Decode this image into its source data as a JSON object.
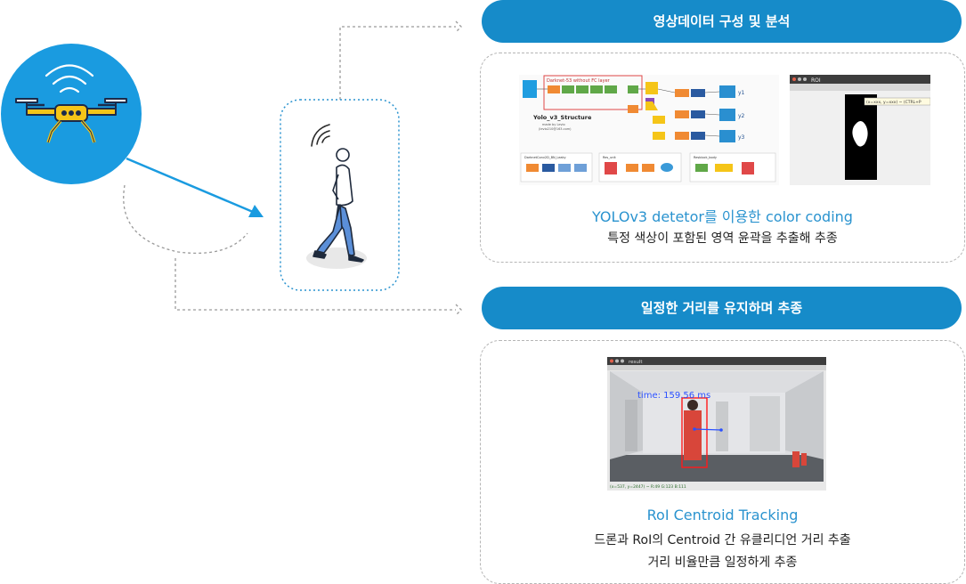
{
  "section1": {
    "title": "영상데이터 구성 및 분석",
    "caption": "YOLOv3 detetor를 이용한 color coding",
    "description": "특정 색상이 포함된 영역 윤곽을 추출해 추종",
    "yolo_diagram": {
      "header": "Darknet-53 without FC layer",
      "structure_title": "Yolo_v3_Structure",
      "structure_sub": "made by Levio",
      "structure_mail": "(levio210@163.com)",
      "outputs": [
        "y1",
        "y2",
        "y3"
      ],
      "bottom_labels": [
        "DarknetConv2D_BN_Leaky",
        "Res_unit",
        "Resblock_body"
      ]
    },
    "roi_window": {
      "title": "ROI",
      "tooltip": "(x=xxx, y=xxx) ~ (CTRL+P"
    }
  },
  "section2": {
    "title": "일정한 거리를 유지하며 추종",
    "caption": "RoI Centroid Tracking",
    "description_line1": "드론과 RoI의 Centroid 간 유클리디언 거리 추출",
    "description_line2": "거리 비율만큼 일정하게 추종",
    "result_window": {
      "title": "result",
      "overlay": "time: 159.56 ms",
      "status": "(x=537, y=2447) ~ R:49 G:123 B:111"
    }
  },
  "colors": {
    "accent": "#168bc9",
    "drone_yellow": "#f5c518",
    "circle_blue": "#1a9be0"
  }
}
